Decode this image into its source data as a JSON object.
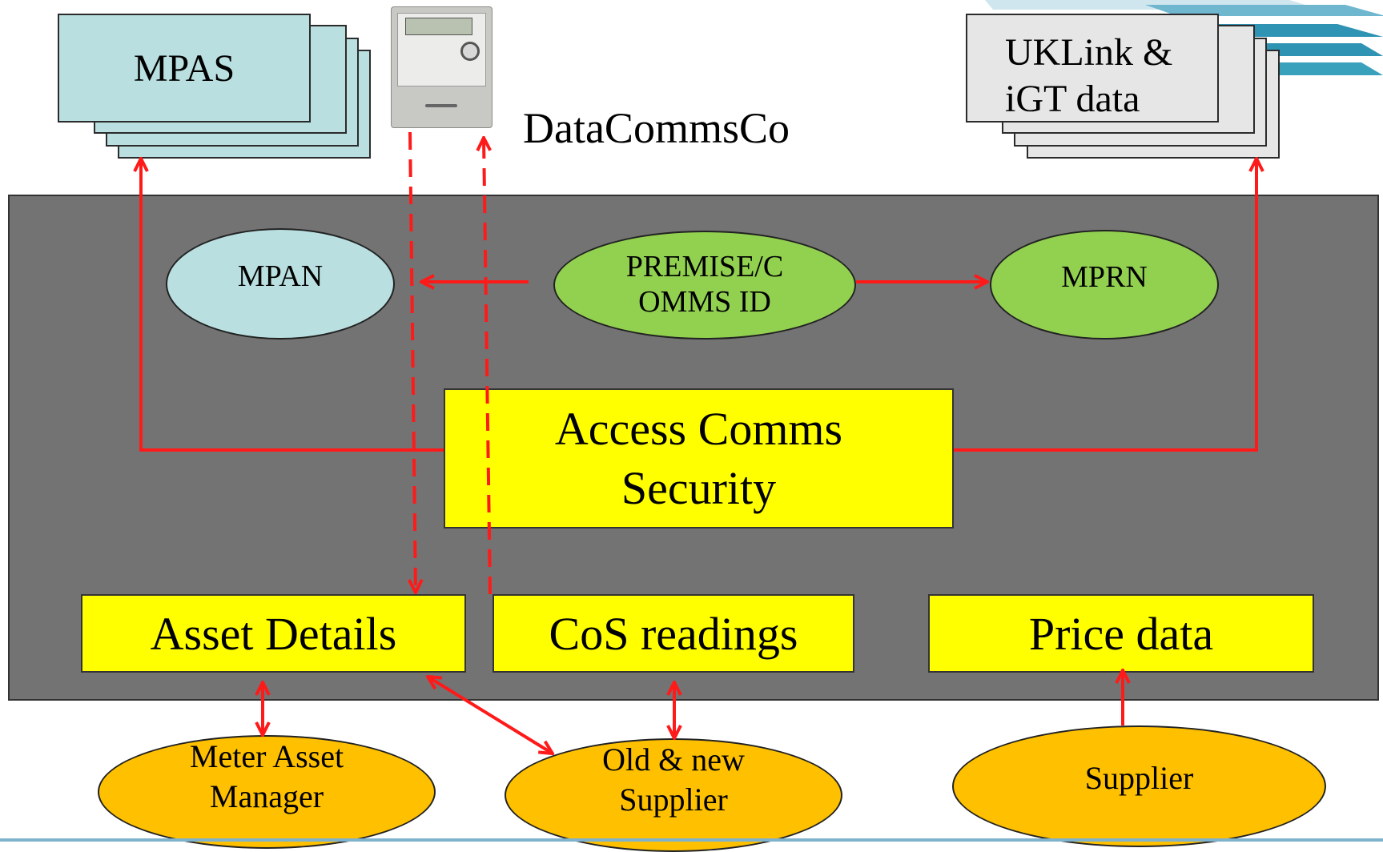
{
  "colors": {
    "panel": "#737373",
    "arrow_red": "#ff1a1a",
    "box_yellow": "#ffff00",
    "ellipse_blue": "#b9dfe0",
    "ellipse_green": "#92d050",
    "ellipse_orange": "#ffc000",
    "stack_blue": "#b9dfe0",
    "stack_grey": "#e6e6e6"
  },
  "external": {
    "mpas": "MPAS",
    "uklink_line1": "UKLink &",
    "uklink_line2": "iGT data",
    "datacommsco": "DataCommsCo",
    "meter_icon": "smart-meter-icon"
  },
  "ids": {
    "mpan": "MPAN",
    "premise_line1": "PREMISE/C",
    "premise_line2": "OMMS ID",
    "mprn": "MPRN"
  },
  "core": {
    "access_line1": "Access Comms",
    "access_line2": "Security",
    "asset_details": "Asset Details",
    "cos_readings": "CoS readings",
    "price_data": "Price data"
  },
  "actors": {
    "mam_line1": "Meter Asset",
    "mam_line2": "Manager",
    "supplier_change_line1": "Old & new",
    "supplier_change_line2": "Supplier",
    "supplier": "Supplier"
  }
}
